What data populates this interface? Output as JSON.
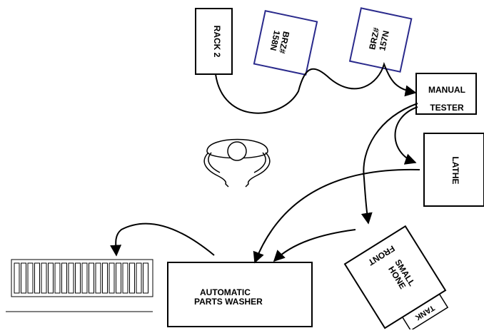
{
  "stations": {
    "rack": "RACK 2",
    "brz_158": {
      "line1": "BRZ#",
      "line2": "158N"
    },
    "brz_157": {
      "line1": "BRZ#",
      "line2": "157N"
    },
    "manual_tester": {
      "line1": "MANUAL",
      "line2": "TESTER"
    },
    "lathe": "LATHE",
    "hone": {
      "line1": "SMALL",
      "line2": "HONE"
    },
    "hone_front": "FRONT",
    "tank": "TANK",
    "washer": {
      "line1": "AUTOMATIC",
      "line2": "PARTS WASHER"
    }
  },
  "colors": {
    "line": "#000000",
    "brz_border": "#2a2a8c"
  },
  "icons": [
    "operator-icon",
    "rack-grid-icon"
  ]
}
